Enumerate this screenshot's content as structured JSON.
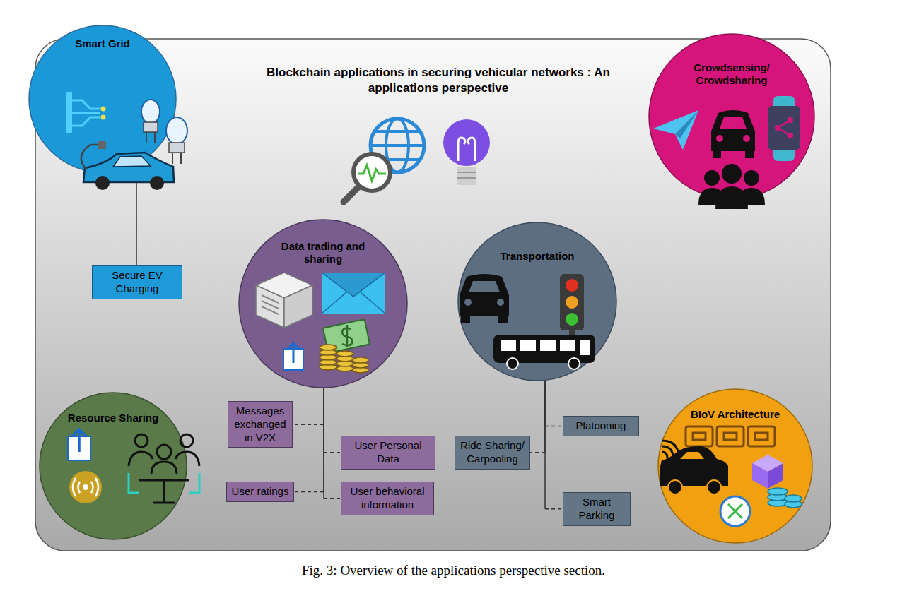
{
  "diagram": {
    "title": "Blockchain applications in securing vehicular networks : An applications perspective",
    "caption": "Fig. 3: Overview of the applications perspective section.",
    "nodes": [
      {
        "text": [
          "Smart Grid"
        ]
      },
      {
        "text": [
          "Crowdsensing/ Crowdsharing"
        ]
      },
      {
        "text": [
          "Secure EV Charging"
        ]
      },
      {
        "text": [
          "Data trading and sharing"
        ]
      },
      {
        "text": [
          "Transportation"
        ]
      },
      {
        "text": [
          "Resource Sharing"
        ]
      },
      {
        "text": [
          "BIoV Architecture"
        ]
      },
      {
        "text": [
          "Messages exchanged in V2X"
        ]
      },
      {
        "text": [
          "User Personal Data"
        ]
      },
      {
        "text": [
          "User ratings"
        ]
      },
      {
        "text": [
          "User behavioral information"
        ]
      },
      {
        "text": [
          "Platooning"
        ]
      },
      {
        "text": [
          "Ride Sharing/ Carpooling"
        ]
      },
      {
        "text": [
          "Smart Parking"
        ]
      }
    ],
    "edges": [
      {
        "from": 0,
        "to": 2,
        "arrow": "none"
      },
      {
        "from": 3,
        "to": 7,
        "arrow": "none"
      },
      {
        "from": 3,
        "to": 8,
        "arrow": "none"
      },
      {
        "from": 3,
        "to": 9,
        "arrow": "none"
      },
      {
        "from": 3,
        "to": 10,
        "arrow": "none"
      },
      {
        "from": 4,
        "to": 11,
        "arrow": "none"
      },
      {
        "from": 4,
        "to": 12,
        "arrow": "none"
      },
      {
        "from": 4,
        "to": 13,
        "arrow": "none"
      }
    ]
  }
}
